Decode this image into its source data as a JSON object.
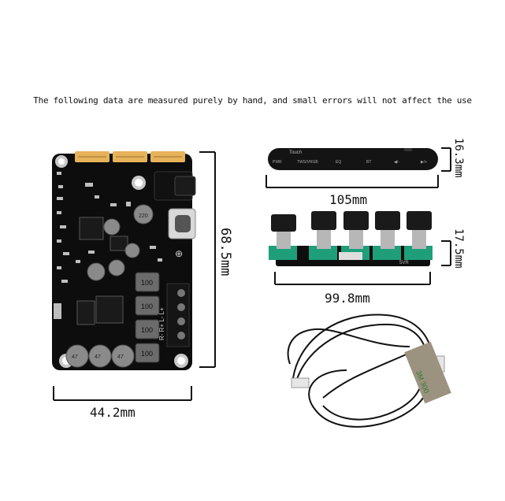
{
  "caption": "The following data are measured purely by hand, and small errors will not affect the use",
  "dimensions": {
    "main_board_width": "44.2mm",
    "main_board_height": "68.5mm",
    "touch_panel_width": "105mm",
    "touch_panel_height": "16.3mm",
    "knob_board_width": "99.8mm",
    "knob_board_height": "17.5mm"
  },
  "touch_panel": {
    "title": "Touch",
    "labels": [
      "PWR",
      "TWS/VRGB",
      "EQ",
      "BT",
      "◀/-",
      "▶/+"
    ]
  },
  "knob_board": {
    "label": "5VR"
  },
  "main_board": {
    "components": [
      "220",
      "100",
      "100",
      "100",
      "100",
      "47",
      "47",
      "47"
    ],
    "terminal_label": "R- R+ L- L+"
  },
  "cable": {
    "tape_text": "3M 300"
  },
  "colors": {
    "pcb": "#0d0d0d",
    "connector": "#e6b25a",
    "knob_base": "#1f9e7a",
    "dim_line": "#111111"
  }
}
